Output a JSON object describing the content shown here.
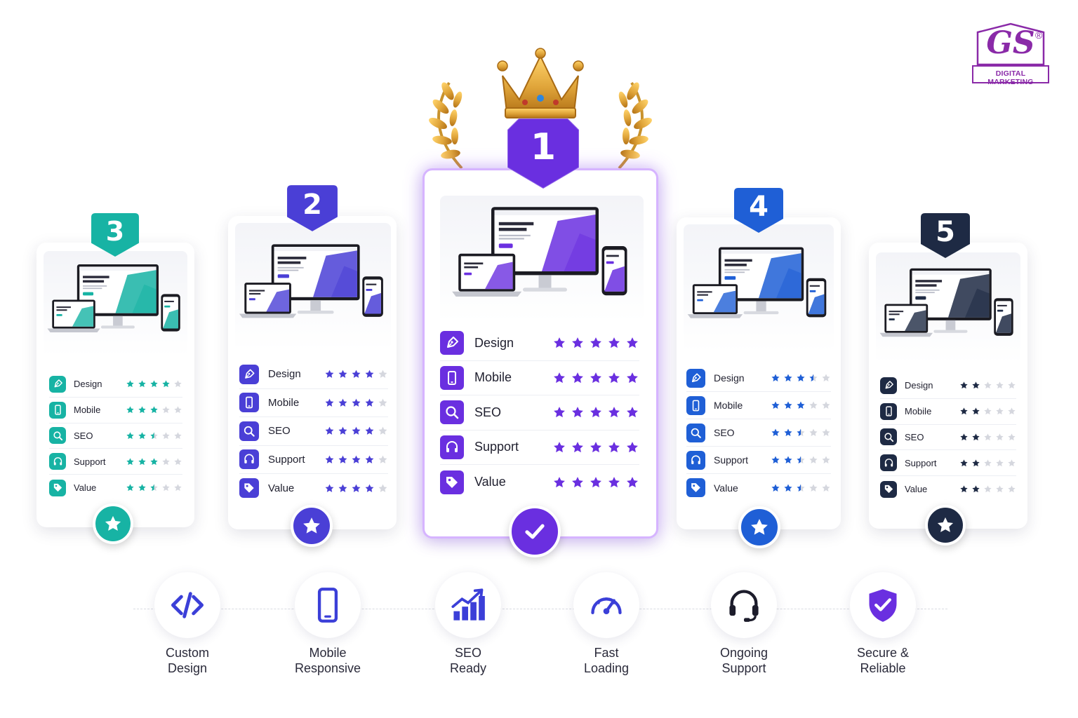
{
  "brand": {
    "logo_text": "GS",
    "registered": "®",
    "tagline": "DIGITAL MARKETING",
    "color": "#8a2aa8"
  },
  "cards": [
    {
      "rank": "1",
      "theme": "#6a2fe0",
      "badge_color": "#6a2fe0",
      "bottom_icon": "check-icon",
      "criteria": [
        {
          "label": "Design",
          "icon": "pen-icon",
          "rating": 5
        },
        {
          "label": "Mobile",
          "icon": "phone-icon",
          "rating": 5
        },
        {
          "label": "SEO",
          "icon": "search-icon",
          "rating": 5
        },
        {
          "label": "Support",
          "icon": "headset-icon",
          "rating": 5
        },
        {
          "label": "Value",
          "icon": "tag-icon",
          "rating": 5
        }
      ]
    },
    {
      "rank": "2",
      "theme": "#4a3fd6",
      "badge_color": "#4a3fd6",
      "bottom_icon": "star-icon",
      "criteria": [
        {
          "label": "Design",
          "icon": "pen-icon",
          "rating": 4
        },
        {
          "label": "Mobile",
          "icon": "phone-icon",
          "rating": 4
        },
        {
          "label": "SEO",
          "icon": "search-icon",
          "rating": 4
        },
        {
          "label": "Support",
          "icon": "headset-icon",
          "rating": 4
        },
        {
          "label": "Value",
          "icon": "tag-icon",
          "rating": 4
        }
      ]
    },
    {
      "rank": "3",
      "theme": "#17b3a4",
      "badge_color": "#17b3a4",
      "bottom_icon": "star-icon",
      "criteria": [
        {
          "label": "Design",
          "icon": "pen-icon",
          "rating": 4
        },
        {
          "label": "Mobile",
          "icon": "phone-icon",
          "rating": 3
        },
        {
          "label": "SEO",
          "icon": "search-icon",
          "rating": 2.5
        },
        {
          "label": "Support",
          "icon": "headset-icon",
          "rating": 3
        },
        {
          "label": "Value",
          "icon": "tag-icon",
          "rating": 2.5
        }
      ]
    },
    {
      "rank": "4",
      "theme": "#1f5fd6",
      "badge_color": "#1f5fd6",
      "bottom_icon": "star-icon",
      "criteria": [
        {
          "label": "Design",
          "icon": "pen-icon",
          "rating": 3.5
        },
        {
          "label": "Mobile",
          "icon": "phone-icon",
          "rating": 3
        },
        {
          "label": "SEO",
          "icon": "search-icon",
          "rating": 2.5
        },
        {
          "label": "Support",
          "icon": "headset-icon",
          "rating": 2.5
        },
        {
          "label": "Value",
          "icon": "tag-icon",
          "rating": 2.5
        }
      ]
    },
    {
      "rank": "5",
      "theme": "#1e2a44",
      "badge_color": "#1e2a44",
      "bottom_icon": "star-icon",
      "criteria": [
        {
          "label": "Design",
          "icon": "pen-icon",
          "rating": 2
        },
        {
          "label": "Mobile",
          "icon": "phone-icon",
          "rating": 2
        },
        {
          "label": "SEO",
          "icon": "search-icon",
          "rating": 2
        },
        {
          "label": "Support",
          "icon": "headset-icon",
          "rating": 2
        },
        {
          "label": "Value",
          "icon": "tag-icon",
          "rating": 2
        }
      ]
    }
  ],
  "features": [
    {
      "line1": "Custom",
      "line2": "Design",
      "icon": "code-icon"
    },
    {
      "line1": "Mobile",
      "line2": "Responsive",
      "icon": "smartphone-icon"
    },
    {
      "line1": "SEO",
      "line2": "Ready",
      "icon": "growth-chart-icon"
    },
    {
      "line1": "Fast",
      "line2": "Loading",
      "icon": "speedometer-icon"
    },
    {
      "line1": "Ongoing",
      "line2": "Support",
      "icon": "headset-icon"
    },
    {
      "line1": "Secure &",
      "line2": "Reliable",
      "icon": "shield-check-icon"
    }
  ],
  "colors": {
    "star_empty": "#d5d7de",
    "crown_gold": "#e0a53a",
    "feature_blue": "#3b3fd8",
    "feature_purple": "#6a2fe0"
  }
}
